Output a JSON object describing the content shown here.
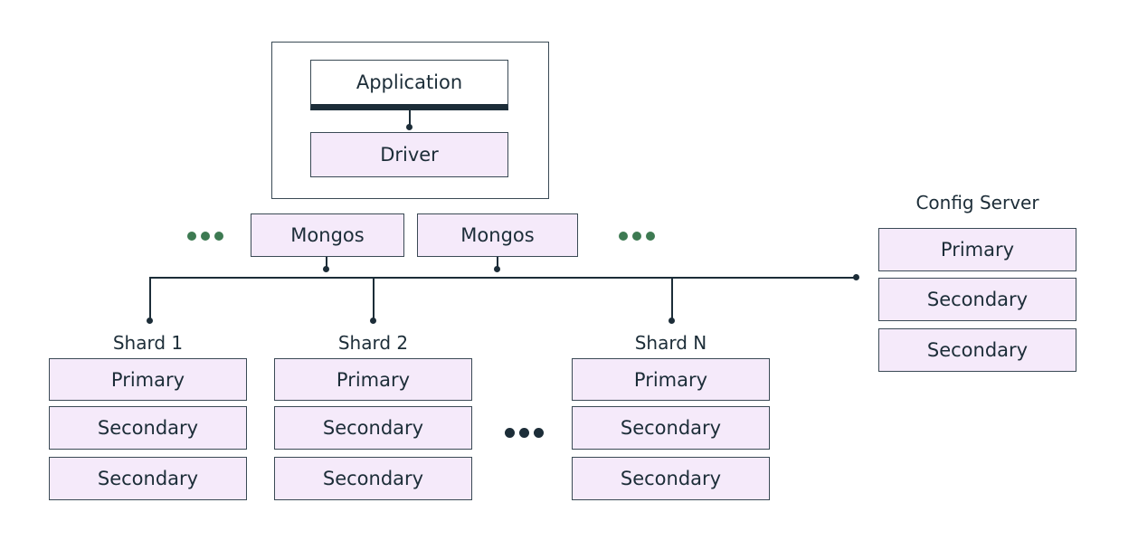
{
  "application": {
    "app_label": "Application",
    "driver_label": "Driver"
  },
  "mongos": [
    {
      "label": "Mongos"
    },
    {
      "label": "Mongos"
    }
  ],
  "config_server": {
    "title": "Config Server",
    "members": [
      "Primary",
      "Secondary",
      "Secondary"
    ]
  },
  "shards": [
    {
      "title": "Shard 1",
      "members": [
        "Primary",
        "Secondary",
        "Secondary"
      ]
    },
    {
      "title": "Shard 2",
      "members": [
        "Primary",
        "Secondary",
        "Secondary"
      ]
    },
    {
      "title": "Shard N",
      "members": [
        "Primary",
        "Secondary",
        "Secondary"
      ]
    }
  ],
  "colors": {
    "node_fill": "#f5eafa",
    "stroke": "#1c2d38",
    "mongos_ellipsis": "#3d7a52",
    "shard_ellipsis": "#1c2d38"
  }
}
